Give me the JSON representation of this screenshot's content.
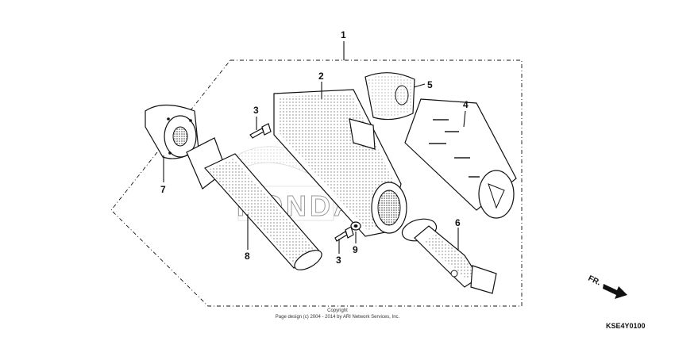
{
  "diagram": {
    "callouts": {
      "c1": "1",
      "c2": "2",
      "c3a": "3",
      "c3b": "3",
      "c4": "4",
      "c5": "5",
      "c6": "6",
      "c7": "7",
      "c8": "8",
      "c9": "9"
    },
    "watermark": "HONDA",
    "copyright_line1": "Copyright",
    "copyright_line2": "Page design (c) 2004 - 2014 by ARI Network Services, Inc.",
    "direction_label": "FR.",
    "diagram_code": "KSE4Y0100"
  }
}
